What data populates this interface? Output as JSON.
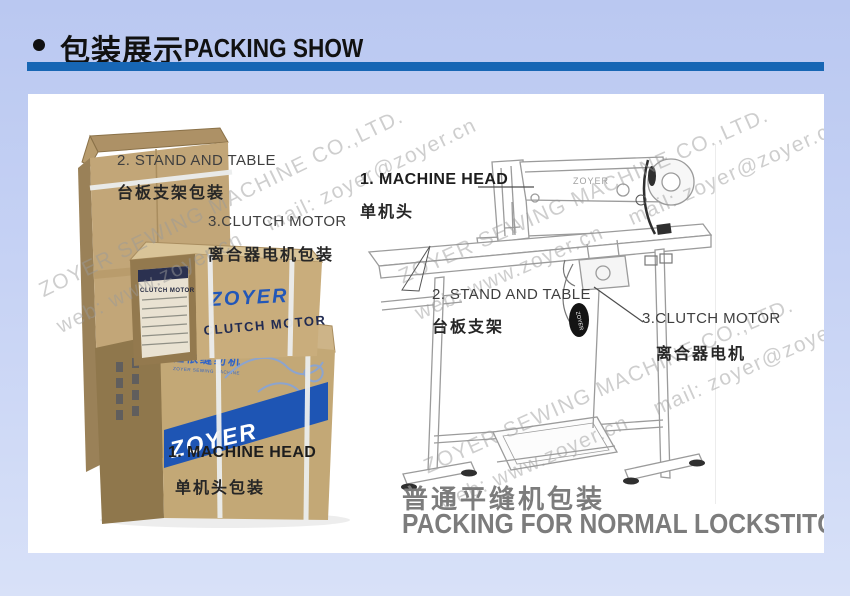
{
  "header": {
    "title_cn": "包装展示",
    "title_en": "PACKING SHOW"
  },
  "accent": {
    "bar_color": "#1766b4"
  },
  "watermark": {
    "line1": "ZOYER SEWING MACHINE CO.,LTD.",
    "line2": "web: www.zoyer.cn    mail: zoyer@zoyer.cn"
  },
  "packing_photo": {
    "labels": {
      "stand_table_en": "2. STAND AND TABLE",
      "stand_table_cn": "台板支架包装",
      "clutch_motor_en": "3.CLUTCH MOTOR",
      "clutch_motor_cn": "离合器电机包装",
      "machine_head_en": "1. MACHINE HEAD",
      "machine_head_cn": "单机头包装"
    },
    "box_print": {
      "brand": "ZOYER",
      "clutch": "CLUTCH MOTOR",
      "brand_cn": "佐依缝纫机",
      "brand_sub": "ZOYER SEWING MACHINE"
    }
  },
  "diagram": {
    "labels": {
      "machine_head_en": "1. MACHINE HEAD",
      "machine_head_cn": "单机头",
      "stand_table_en": "2. STAND AND TABLE",
      "stand_table_cn": "台板支架",
      "clutch_motor_en": "3.CLUTCH MOTOR",
      "clutch_motor_cn": "离合器电机"
    },
    "machine_brand": "ZOYER",
    "badge_brand": "ZOYER"
  },
  "caption": {
    "cn": "普通平缝机包装",
    "en": "PACKING FOR NORMAL LOCKSTITCH"
  }
}
